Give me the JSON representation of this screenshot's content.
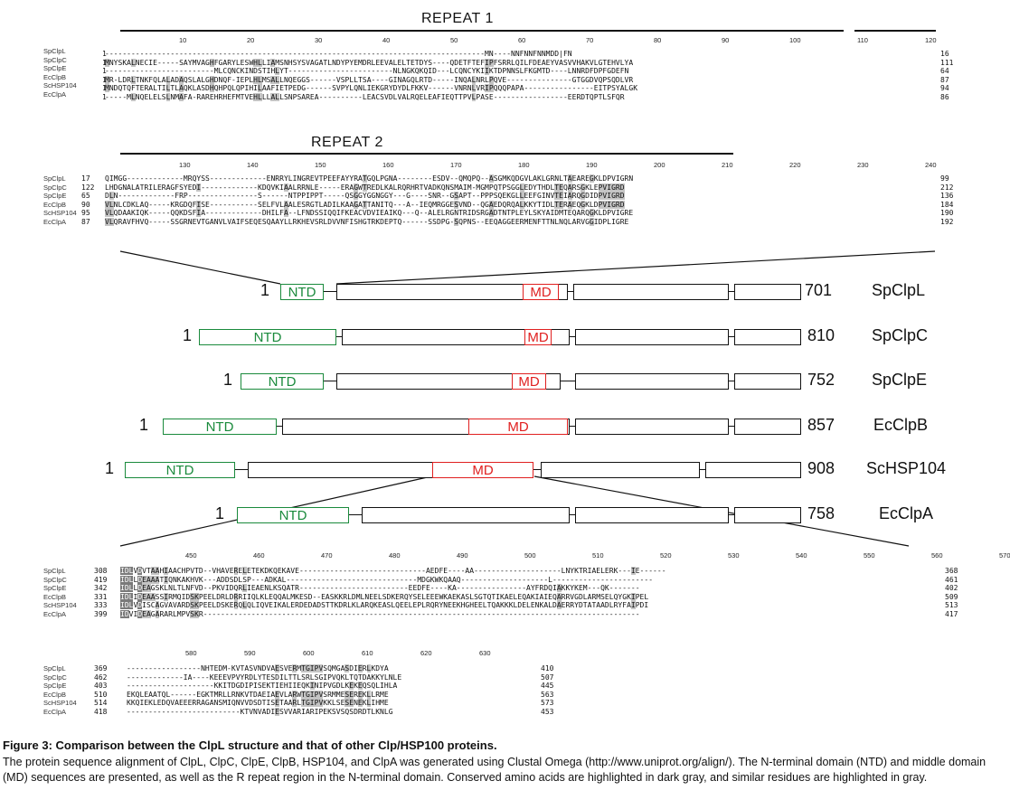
{
  "repeat1": {
    "label": "REPEAT 1"
  },
  "repeat2": {
    "label": "REPEAT 2"
  },
  "species": [
    "SpClpL",
    "SpClpC",
    "SpClpE",
    "EcClpB",
    "ScHSP104",
    "EcClpA"
  ],
  "block1": {
    "ruler": [
      "10",
      "20",
      "30",
      "40",
      "50",
      "60",
      "70",
      "80",
      "90",
      "100",
      "110",
      "120"
    ],
    "starts": [
      "1",
      "1",
      "1",
      "1",
      "1",
      "1"
    ],
    "rows": [
      "---------------------------------------------------------------------------------------MN----NNFNNFNNMDD|FN",
      "MNYSKALNECIE-----SAYMVAGHFGARYLESWHLLIAMSNHSYSVAGATLNDYPYEMDRLEEVALELTETDYS----QDETFTEFIPFSRRLQILFDEAEYVASVVHAKVLGTEHVLYA",
      "-------------------------MLCQNCKINDSTIHLYT------------------------NLNGKQKQID---LCQNCYKIIKTDPNNSLFKGMTD----LNNRDFDPFGDEFN",
      "MR-LDRLTNKFQLALADAQSLALGHDNQF-IEPLHLMSALLNQEGGS------VSPLLTSA----GINAGQLRTD-----INQALNRLPQVE---------------GTGGDVQPSQDLVR",
      "MNDQTQFTERALTILTLAQKLASDHQHPQLQPIHILAAFIETPEDG------SVPYLQNLIEKGRYDYDLFKKV------VNRNLVRIPQQQPAPA----------------EITPSYALGK",
      "-----MLNQELELSLNMAFA-RAREHRHEFMTVEHLLLALLSNPSAREA----------LEACSVDLVALRQELEAFIEQTTPVLPASE-----------------EERDTQPTLSFQR"
    ],
    "ends": [
      "16",
      "111",
      "64",
      "87",
      "94",
      "86"
    ]
  },
  "block2": {
    "ruler": [
      "130",
      "140",
      "150",
      "160",
      "170",
      "180",
      "190",
      "200",
      "210",
      "220",
      "230",
      "240"
    ],
    "starts": [
      "17",
      "122",
      "65",
      "90",
      "95",
      "87"
    ],
    "rows": [
      "QIMGG-------------MRQYSS-------------ENRRYLINGREVTPEEFAYYRATGQLPGNA--------ESDV--QMQPQ--ASGMKQDGVLAKLGRNLTAEAREGKLDPVIGRN",
      "LHDGNALATRILERAGFSYEDI-------------KDQVKIAALRRNLE-----ERAGWTREDLKALRQRHRTVADKQNSMAIM-MGMPQTPSGGLEDYTHDLTEQARSGKLEPVIGRD",
      "DLN-------------FRP----------------S------NTPPIPPT-----QSGGYGGNGGY---G----SNR--GSAPT--PPPSQEKGLLEEFGINVTEIARQGDIDPVIGRD",
      "VLNLCDKLAQ-----KRGDQFISE-----------SELFVLAALESRGTLADILKAAGATTANITQ---A--IEQMRGGESVND--QGAEDQRQALKKYTIDLTERAEQGKLDPVIGRD",
      "VLQDAAKIQK-----QQKDSFIA-------------DHILFA--LFNDSSIQQIFKEACVDVIEAIKQ---Q--ALELRGNTRIDSRGADTNTPLEYLSKYAIDMTEQARQGKLDPVIGRE",
      "VLQRAVFHVQ-----SSGRNEVTGANVLVAIFSEQESQAAYLLRKHEVSRLDVVNFISHGTRKDEPTQ------SSDPG-SQPNS--EEQAGGEERMENFTTNLNQLARVGGIDPLIGRE"
    ],
    "ends": [
      "99",
      "212",
      "136",
      "184",
      "190",
      "192"
    ]
  },
  "domains": [
    {
      "name": "SpClpL",
      "start": "1",
      "end": "701",
      "ntd": "NTD",
      "md": "MD"
    },
    {
      "name": "SpClpC",
      "start": "1",
      "end": "810",
      "ntd": "NTD",
      "md": "MD"
    },
    {
      "name": "SpClpE",
      "start": "1",
      "end": "752",
      "ntd": "NTD",
      "md": "MD"
    },
    {
      "name": "EcClpB",
      "start": "1",
      "end": "857",
      "ntd": "NTD",
      "md": "MD"
    },
    {
      "name": "ScHSP104",
      "start": "1",
      "end": "908",
      "ntd": "NTD",
      "md": "MD"
    },
    {
      "name": "EcClpA",
      "start": "1",
      "end": "758",
      "ntd": "NTD",
      "md": ""
    }
  ],
  "block3": {
    "ruler": [
      "450",
      "460",
      "470",
      "480",
      "490",
      "500",
      "510",
      "520",
      "530",
      "540",
      "550",
      "560",
      "570"
    ],
    "starts": [
      "308",
      "419",
      "342",
      "331",
      "333",
      "399"
    ],
    "rows": [
      "IDLVDVTAAHIAACHPVTD--VHAVERELETEKDKQEKAVE-----------------------------AEDFE----AA--------------------LNYKTRIAELERK---IE------",
      "IDLLDEAAATIQNKAKHVK---ADDSDLSP---ADKAL------------------------------MDGKWKQAAQ--------------------L-----------------------",
      "IDLLDEAGSKLNLTLNFVD--PKVIDQRLIEAENLKSQATR-------------------------EEDFE----KA----------------AYFRDQIAKKYKEM---QK-------",
      "IDLIDEAASSIRMQIDSKPEELDRLDRRIIQLKLEQQALMKESD--EASKKRLDMLNEELSDKERQYSELEEEWKAEKASLSGTQTIKAELEQAKIAIEQARRVGDLARMSELQYGKIPEL",
      "IDLVDISCAGVAVARDSKPEELDSKERQLQLIQVEIKALERDEDADSTTKDRLKLARQKEASLQEELEPLRQRYNEEKHGHEELTQAKKKLDELENKALDAERRYDTATAADLRYFAIPDI",
      "IDVIDEAGARARLMPVSKR----------------------------------------------------------------------------------------------------"
    ],
    "ends": [
      "368",
      "461",
      "402",
      "509",
      "513",
      "417"
    ]
  },
  "block4": {
    "ruler": [
      "580",
      "590",
      "600",
      "610",
      "620",
      "630"
    ],
    "starts": [
      "369",
      "462",
      "403",
      "510",
      "514",
      "418"
    ],
    "rows": [
      "-----------------NHTEDM-KVTASVNDVAESVERMTGIPVSQMGASDIERLKDYA",
      "-------------IA----KEEEVPVYRDLYTESDILTTLSRLSGIPVQKLTQTDAKKYLNLE",
      "--------------------KKITDGDIPISEKTIEHIIEQKINIPVGDLKEKEQSQLIHLA",
      "EKQLEAATQL------EGKTMRLLRNKVTDAEIAEVLARWTGIPVSRMMESEREKLLRME",
      "KKQIEKLEDQVAEEERRAGANSMIQNVVDSDTISETAARLTGIPVKKLSESENEKLIHME",
      "--------------------------KTVNVADIESVVARIARIPEKSVSQSDRDTLKNLG"
    ],
    "ends": [
      "410",
      "507",
      "445",
      "563",
      "573",
      "453"
    ]
  },
  "caption": {
    "title": "Figure 3: Comparison between the ClpL structure and that of other Clp/HSP100 proteins.",
    "body": " The protein sequence alignment of ClpL, ClpC, ClpE, ClpB, HSP104, and ClpA was generated using Clustal Omega (http://www.uniprot.org/align/). The N-terminal domain (NTD) and middle domain (MD) sequences are presented, as well as the R repeat region in the N-terminal domain. Conserved amino acids are highlighted in dark gray, and similar residues are highlighted in gray."
  },
  "colors": {
    "ntd": "#1a8a3c",
    "md": "#e02020",
    "conserved": "#7a7a7a",
    "similar": "#c4c4c4"
  }
}
